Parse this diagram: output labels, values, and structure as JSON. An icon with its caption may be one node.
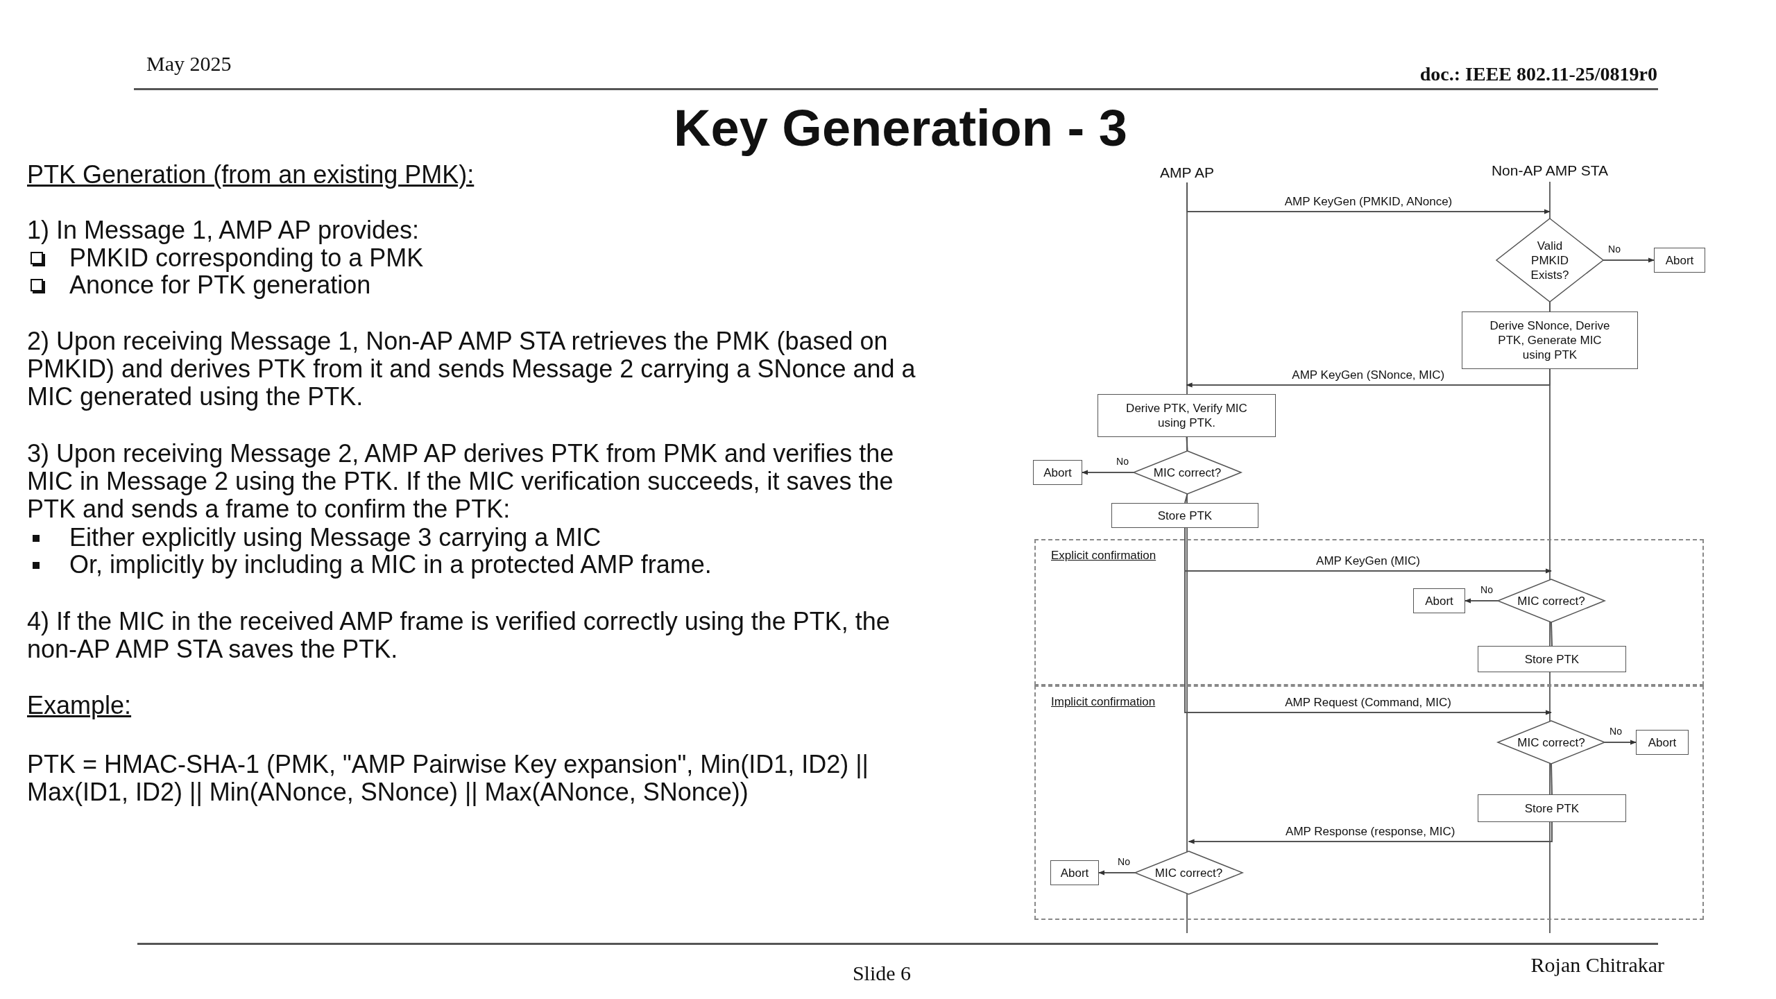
{
  "diagram": {
    "title": "Key Generation - 3",
    "nodes": [
      {
        "text": [
          "AMP AP"
        ]
      },
      {
        "text": [
          "Non-AP AMP STA"
        ]
      },
      {
        "text": [
          "Valid PMKID Exists?"
        ]
      },
      {
        "text": [
          "Abort"
        ]
      },
      {
        "text": [
          "Derive SNonce, Derive PTK, Generate MIC using PTK"
        ]
      },
      {
        "text": [
          "Derive PTK, Verify MIC using PTK."
        ]
      },
      {
        "text": [
          "MIC correct?"
        ]
      },
      {
        "text": [
          "Abort"
        ]
      },
      {
        "text": [
          "Store PTK"
        ]
      },
      {
        "text": [
          "Explicit confirmation"
        ]
      },
      {
        "text": [
          "MIC correct?"
        ],
        "in": 9
      },
      {
        "text": [
          "Abort"
        ],
        "in": 9
      },
      {
        "text": [
          "Store PTK"
        ],
        "in": 9
      },
      {
        "text": [
          "Implicit confirmation"
        ]
      },
      {
        "text": [
          "MIC correct?"
        ],
        "in": 13
      },
      {
        "text": [
          "Abort"
        ],
        "in": 13
      },
      {
        "text": [
          "Store PTK"
        ],
        "in": 13
      },
      {
        "text": [
          "MIC correct?"
        ],
        "in": 13
      },
      {
        "text": [
          "Abort"
        ],
        "in": 13
      }
    ],
    "edges": [
      {
        "from": 0,
        "to": 2,
        "arrow": "to",
        "label": "AMP KeyGen (PMKID, ANonce)"
      },
      {
        "from": 2,
        "to": 3,
        "arrow": "to",
        "label": "No"
      },
      {
        "from": 2,
        "to": 4,
        "arrow": "none"
      },
      {
        "from": 4,
        "to": 5,
        "arrow": "to",
        "label": "AMP KeyGen (SNonce, MIC)"
      },
      {
        "from": 5,
        "to": 6,
        "arrow": "none"
      },
      {
        "from": 6,
        "to": 7,
        "arrow": "to",
        "label": "No"
      },
      {
        "from": 6,
        "to": 8,
        "arrow": "none"
      },
      {
        "from": 8,
        "to": 10,
        "arrow": "to",
        "label": "AMP KeyGen (MIC)"
      },
      {
        "from": 10,
        "to": 11,
        "arrow": "to",
        "label": "No"
      },
      {
        "from": 10,
        "to": 12,
        "arrow": "none"
      },
      {
        "from": 8,
        "to": 14,
        "arrow": "to",
        "label": "AMP Request (Command, MIC)"
      },
      {
        "from": 14,
        "to": 15,
        "arrow": "to",
        "label": "No"
      },
      {
        "from": 14,
        "to": 16,
        "arrow": "none"
      },
      {
        "from": 16,
        "to": 17,
        "arrow": "to",
        "label": "AMP Response (response, MIC)"
      },
      {
        "from": 17,
        "to": 18,
        "arrow": "to",
        "label": "No"
      }
    ],
    "labels": [
      "May 2025",
      "doc.: IEEE 802.11-25/0819r0",
      "PTK Generation (from an existing PMK):",
      "1) In Message 1, AMP AP provides:",
      "PMKID corresponding to a PMK",
      "Anonce for PTK generation",
      "2) Upon receiving Message 1, Non-AP AMP STA retrieves the PMK (based on PMKID) and derives PTK from it and sends Message 2 carrying a SNonce and a MIC generated using the PTK.",
      "3) Upon receiving Message 2, AMP AP derives PTK from PMK and verifies the MIC in Message 2 using the PTK. If the MIC verification succeeds, it saves the PTK and sends a frame to confirm the PTK:",
      "Either explicitly using Message 3 carrying a MIC",
      "Or, implicitly by including a MIC in a protected AMP frame.",
      "4) If the MIC in the received AMP frame is verified correctly using the PTK, the non-AP AMP STA saves the PTK.",
      "Example:",
      "PTK = HMAC-SHA-1 (PMK, \"AMP Pairwise Key expansion\", Min(ID1, ID2) || Max(ID1, ID2) || Min(ANonce, SNonce) || Max(ANonce, SNonce))",
      "Slide 6",
      "Rojan Chitrakar"
    ]
  }
}
